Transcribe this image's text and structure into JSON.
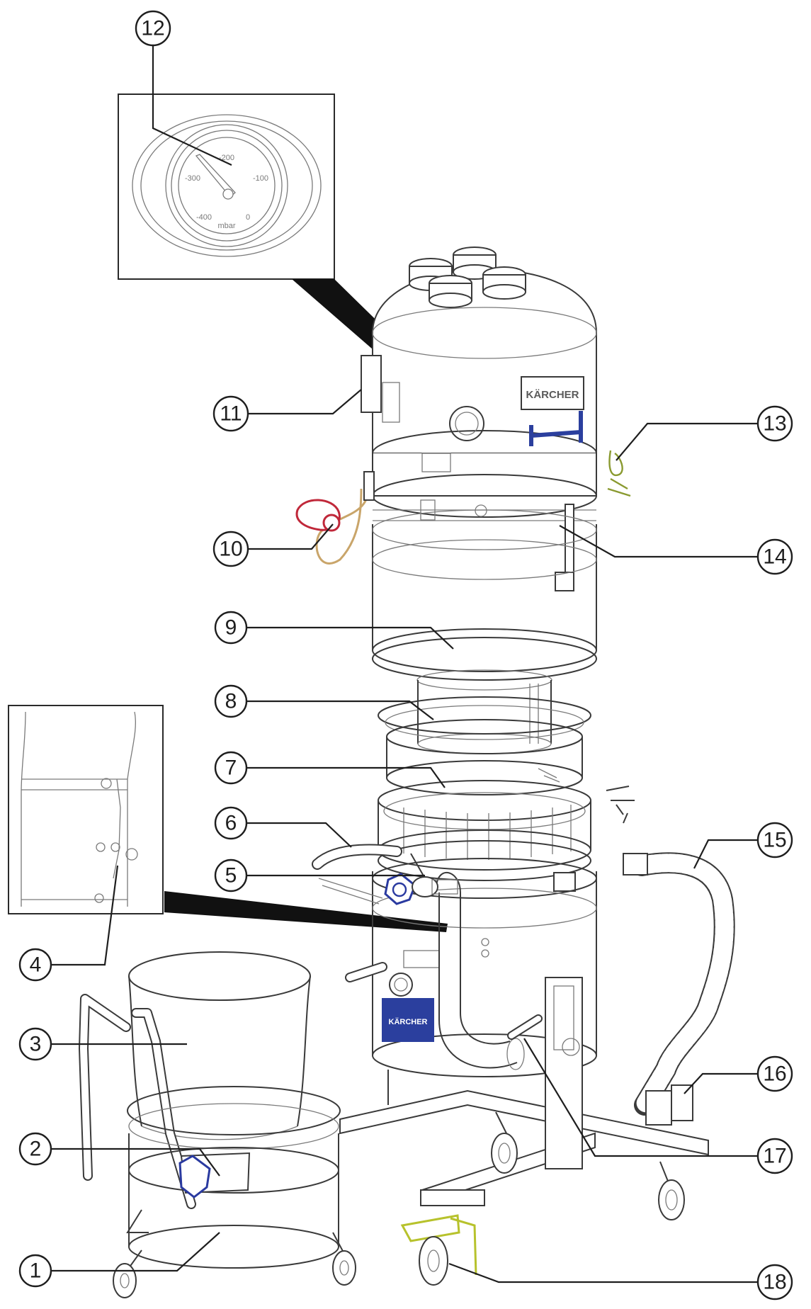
{
  "callouts": [
    {
      "id": "1",
      "label": "1"
    },
    {
      "id": "2",
      "label": "2"
    },
    {
      "id": "3",
      "label": "3"
    },
    {
      "id": "4",
      "label": "4"
    },
    {
      "id": "5",
      "label": "5"
    },
    {
      "id": "6",
      "label": "6"
    },
    {
      "id": "7",
      "label": "7"
    },
    {
      "id": "8",
      "label": "8"
    },
    {
      "id": "9",
      "label": "9"
    },
    {
      "id": "10",
      "label": "10"
    },
    {
      "id": "11",
      "label": "11"
    },
    {
      "id": "12",
      "label": "12"
    },
    {
      "id": "13",
      "label": "13"
    },
    {
      "id": "14",
      "label": "14"
    },
    {
      "id": "15",
      "label": "15"
    },
    {
      "id": "16",
      "label": "16"
    },
    {
      "id": "17",
      "label": "17"
    },
    {
      "id": "18",
      "label": "18"
    }
  ],
  "gauge": {
    "scale": [
      "-200",
      "-300",
      "-100",
      "-400",
      "0"
    ],
    "unit": "mbar"
  },
  "brand": {
    "label": "KÄRCHER",
    "panel_color": "#2b3f9e",
    "handle_color": "#2b3f9e"
  },
  "accent_colors": {
    "valve_blue": "#2a3aa0",
    "plug_red": "#c0283a",
    "cable_tan": "#c9a56a",
    "brake_yellow": "#b7c22c",
    "cable_green": "#8a9a30"
  }
}
